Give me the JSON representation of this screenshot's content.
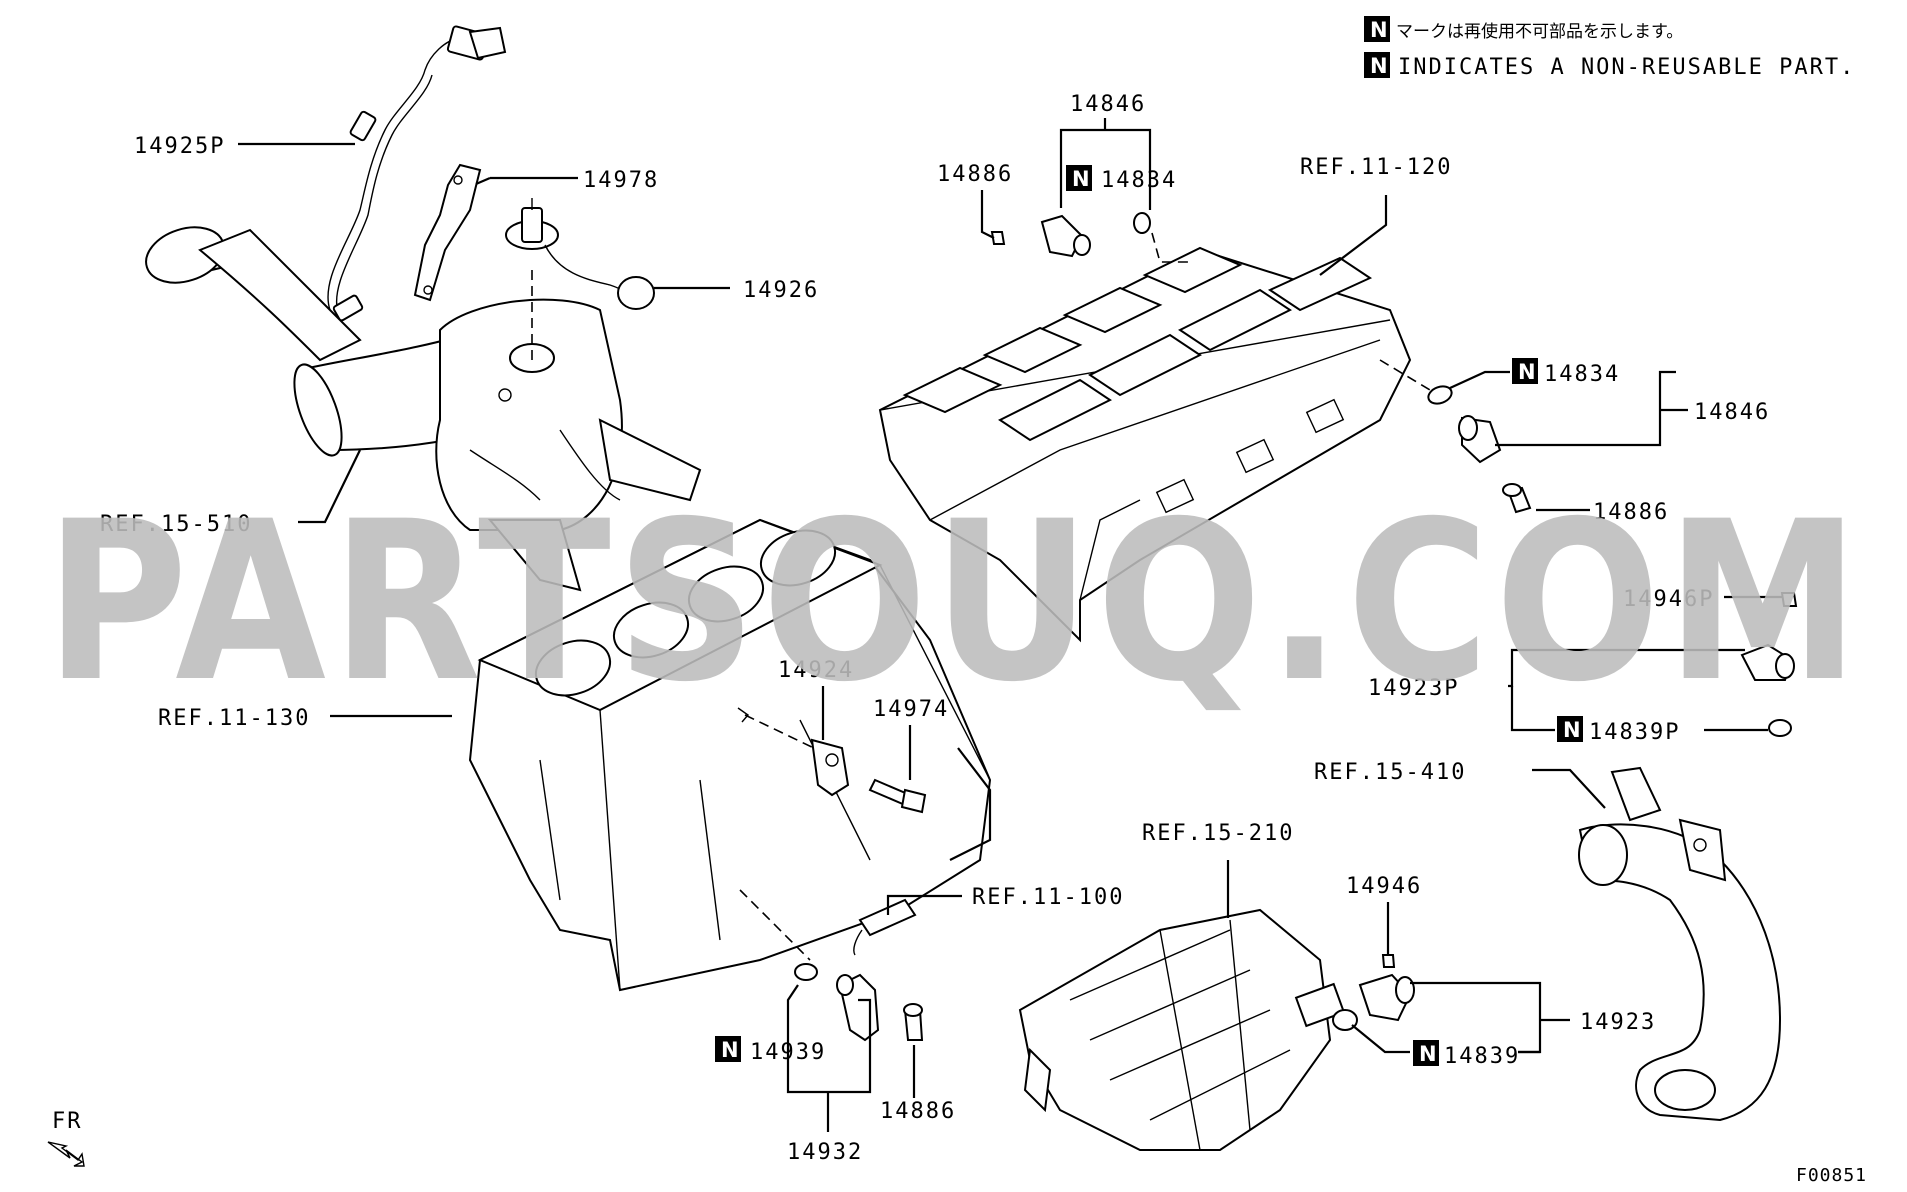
{
  "notes": {
    "badge": "N",
    "jp": "マークは再使用不可部品を示します。",
    "en": "INDICATES A NON-REUSABLE PART."
  },
  "labels": {
    "p14925P": "14925P",
    "p14978": "14978",
    "p14926": "14926",
    "ref15_510": "REF.15-510",
    "ref11_130": "REF.11-130",
    "p14846_top": "14846",
    "p14886_top": "14886",
    "p14834_top": "14834",
    "ref11_120": "REF.11-120",
    "p14834_right": "14834",
    "p14846_right": "14846",
    "p14886_right": "14886",
    "p14946P": "14946P",
    "p14923P": "14923P",
    "p14839P": "14839P",
    "ref15_410": "REF.15-410",
    "p14924": "14924",
    "p14974": "14974",
    "ref11_100": "REF.11-100",
    "ref15_210": "REF.15-210",
    "p14946": "14946",
    "p14923": "14923",
    "p14839": "14839",
    "p14939": "14939",
    "p14932": "14932",
    "p14886_bottom": "14886",
    "fr": "FR",
    "figure_code": "F00851"
  },
  "watermark": "PARTSOUQ.COM"
}
